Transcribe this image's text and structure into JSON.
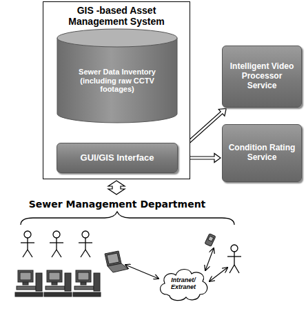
{
  "diagram": {
    "nodes": [
      {
        "text": [
          "GIS -based Asset Management System"
        ]
      },
      {
        "text": [
          "Sewer Data Inventory (including raw CCTV footages)"
        ],
        "in": 0
      },
      {
        "text": [
          "GUI/GIS Interface"
        ],
        "in": 0
      },
      {
        "text": [
          "Intelligent Video Processor Service"
        ]
      },
      {
        "text": [
          "Condition Rating Service"
        ]
      },
      {
        "text": [
          "Sewer Management Department"
        ]
      },
      {
        "text": [
          "Intranet/ Extranet"
        ],
        "in": 5
      }
    ],
    "edges": [
      {
        "from": 1,
        "to": 2,
        "arrow": "both"
      },
      {
        "from": 2,
        "to": 3,
        "arrow": "both"
      },
      {
        "from": 2,
        "to": 4,
        "arrow": "both"
      },
      {
        "from": 0,
        "to": 5,
        "arrow": "both"
      }
    ]
  }
}
